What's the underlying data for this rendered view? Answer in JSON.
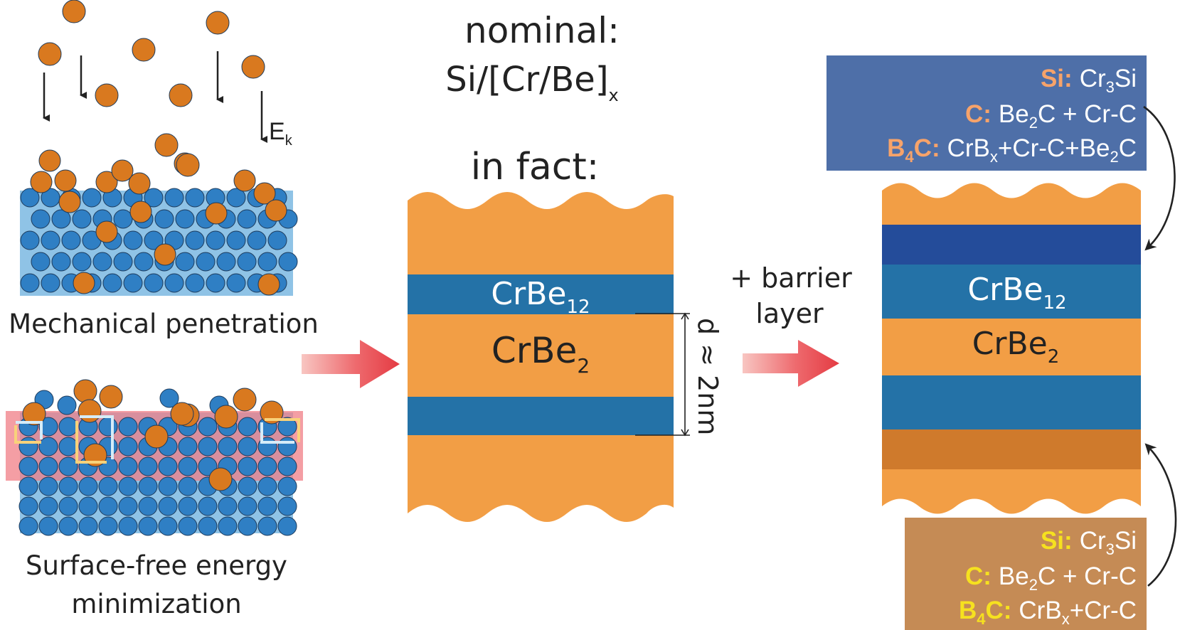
{
  "left_panel": {
    "top_label": "Mechanical penetration",
    "bottom_label_line1": "Surface-free energy",
    "bottom_label_line2": "minimization",
    "energy_symbol": "E",
    "energy_subscript": "k"
  },
  "middle_panel": {
    "nominal_label": "nominal:",
    "nominal_formula_main": "Si/[Cr/Be]",
    "nominal_formula_sub": "x",
    "in_fact_label": "in fact:",
    "layer_crbe12_main": "CrBe",
    "layer_crbe12_sub": "12",
    "layer_crbe2_main": "CrBe",
    "layer_crbe2_sub": "2",
    "period_label": "d ≈ 2nm"
  },
  "transition": {
    "line1": "+ barrier",
    "line2": "layer"
  },
  "right_panel": {
    "layer_crbe12_main": "CrBe",
    "layer_crbe12_sub": "12",
    "layer_crbe2_main": "CrBe",
    "layer_crbe2_sub": "2",
    "top_box": {
      "rows": [
        {
          "key": "Si:",
          "value": [
            [
              "Cr",
              ""
            ],
            [
              "3",
              "sub"
            ],
            [
              "Si",
              ""
            ]
          ]
        },
        {
          "key": "C:",
          "value": [
            [
              "Be",
              ""
            ],
            [
              "2",
              "sub"
            ],
            [
              "C + Cr-C",
              ""
            ]
          ]
        },
        {
          "key_main": "B",
          "key_sub": "4",
          "key_tail": "C:",
          "value": [
            [
              "CrB",
              ""
            ],
            [
              "x",
              "sub"
            ],
            [
              "+Cr-C+Be",
              ""
            ],
            [
              "2",
              "sub"
            ],
            [
              "C",
              ""
            ]
          ]
        }
      ]
    },
    "bottom_box": {
      "rows": [
        {
          "key": "Si:",
          "value": [
            [
              "Cr",
              ""
            ],
            [
              "3",
              "sub"
            ],
            [
              "Si",
              ""
            ]
          ]
        },
        {
          "key": "C:",
          "value": [
            [
              "Be",
              ""
            ],
            [
              "2",
              "sub"
            ],
            [
              "C + Cr-C",
              ""
            ]
          ]
        },
        {
          "key_main": "B",
          "key_sub": "4",
          "key_tail": "C:",
          "value": [
            [
              "CrB",
              ""
            ],
            [
              "x",
              "sub"
            ],
            [
              "+Cr-C",
              ""
            ]
          ]
        }
      ]
    }
  },
  "colors": {
    "orange_layer": "#F29E45",
    "blue_layer": "#2472A7",
    "dark_blue_layer": "#244C9A",
    "dark_orange_layer": "#CF7A2C",
    "atom_blue": "#2F7FC4",
    "atom_orange": "#D9791F",
    "top_box_bg": "#4E6FA8",
    "bottom_box_bg": "#C58B55",
    "top_box_key": "#F7A36A",
    "bottom_box_key": "#F6E11F",
    "arrow_red": "#E94C52"
  }
}
